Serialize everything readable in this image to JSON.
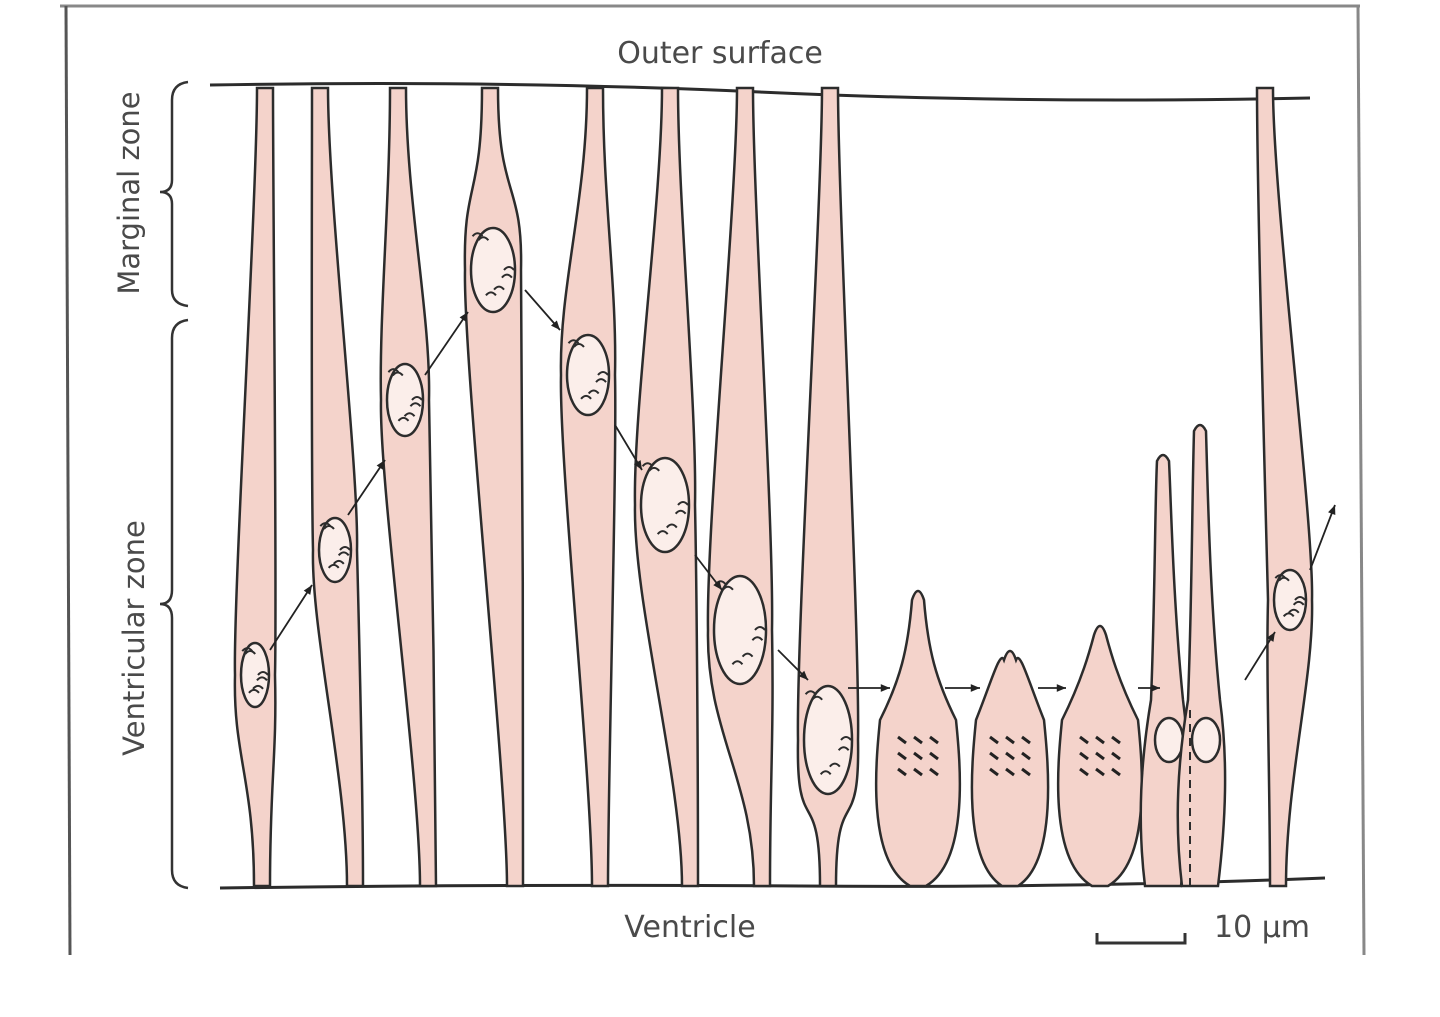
{
  "labels": {
    "outer_surface": "Outer surface",
    "ventricle": "Ventricle",
    "marginal_zone": "Marginal zone",
    "ventricular_zone": "Ventricular zone",
    "scale_bar": "10 µm"
  },
  "colors": {
    "cell_fill": "#f4d3cb",
    "outline": "#2c2c2c",
    "text": "#4a4a4a",
    "frame": "#555555"
  }
}
